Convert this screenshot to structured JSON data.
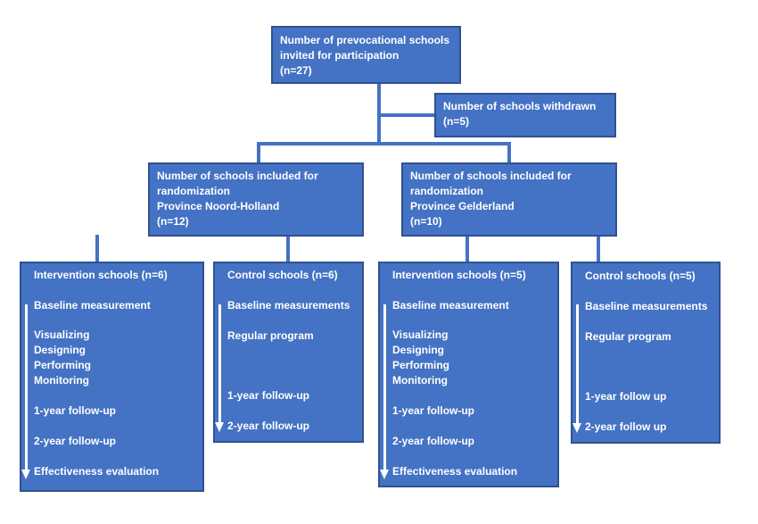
{
  "top": {
    "line1": "Number of prevocational schools",
    "line2": "invited for participation",
    "line3": "(n=27)"
  },
  "withdrawn": {
    "line1": "Number of schools withdrawn",
    "line2": "(n=5)"
  },
  "left_randomization": {
    "line1": "Number of  schools included for",
    "line2": "randomization",
    "line3": "Province Noord-Holland",
    "line4": "(n=12)"
  },
  "right_randomization": {
    "line1": "Number of schools included for",
    "line2": "randomization",
    "line3": "Province Gelderland",
    "line4": "(n=10)"
  },
  "int1": {
    "title": "Intervention schools (n=6)",
    "baseline": "Baseline measurement",
    "visualizing": "Visualizing",
    "designing": "Designing",
    "performing": "Performing",
    "monitoring": "Monitoring",
    "fu1": "1-year follow-up",
    "fu2": "2-year follow-up",
    "eval": "Effectiveness evaluation"
  },
  "ctrl1": {
    "title": "Control schools (n=6)",
    "baseline": "Baseline measurements",
    "regular": "Regular program",
    "fu1": "1-year follow-up",
    "fu2": "2-year follow-up"
  },
  "int2": {
    "title": "Intervention schools (n=5)",
    "baseline": "Baseline measurement",
    "visualizing": "Visualizing",
    "designing": "Designing",
    "performing": "Performing",
    "monitoring": "Monitoring",
    "fu1": "1-year follow-up",
    "fu2": "2-year follow-up",
    "eval": "Effectiveness evaluation"
  },
  "ctrl2": {
    "title": "Control schools (n=5)",
    "baseline": "Baseline measurements",
    "regular": "Regular program",
    "fu1": "1-year follow up",
    "fu2": "2-year follow up"
  }
}
